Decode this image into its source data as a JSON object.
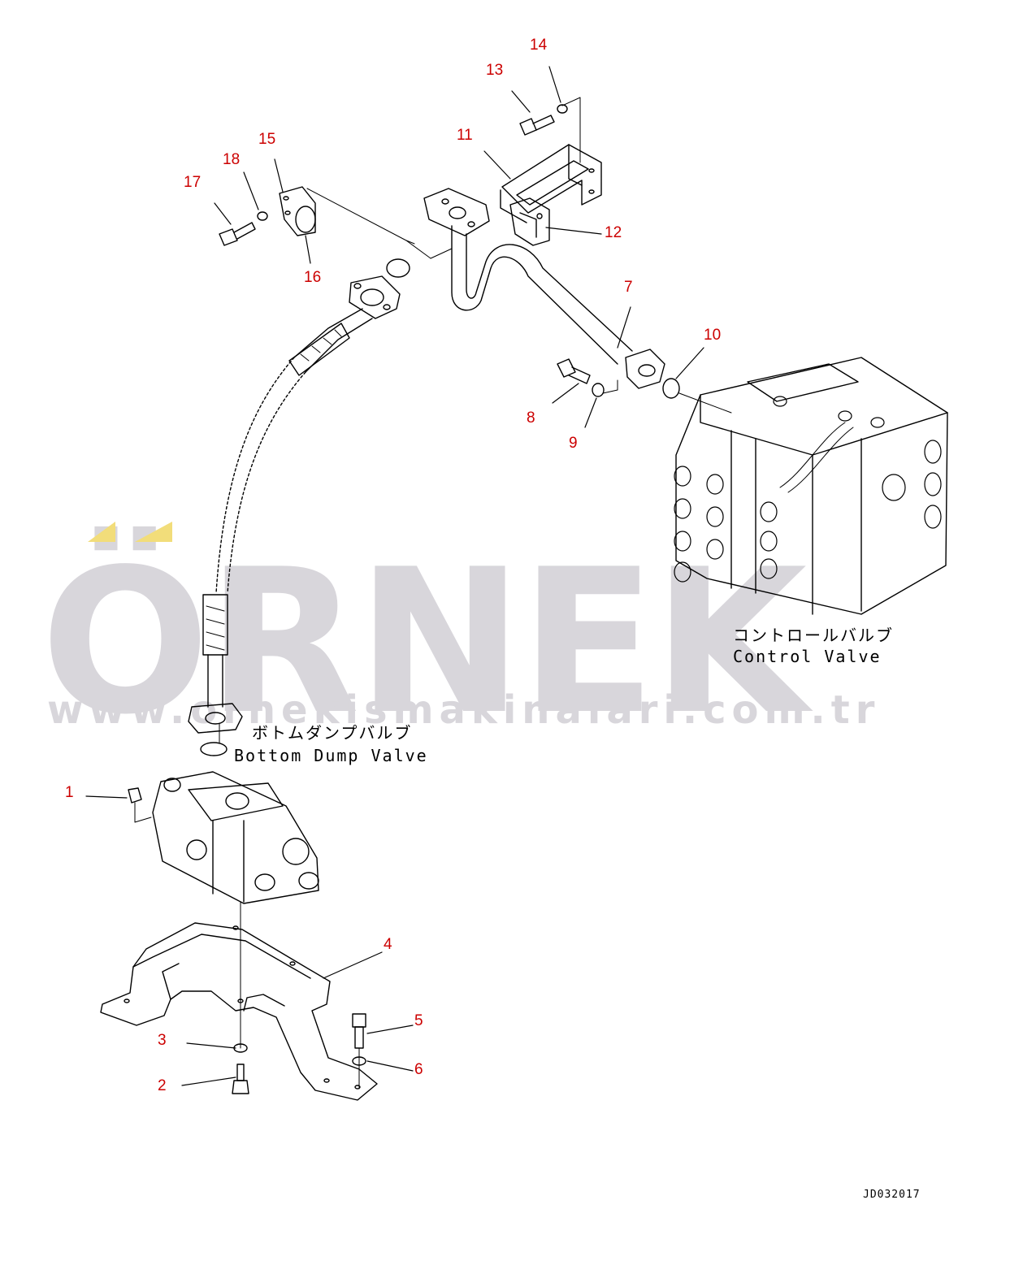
{
  "watermark": {
    "brand": "ÖRNEK",
    "url": "www.ornekismakinalari.com.tr",
    "color": "#d8d6db",
    "accent_color": "#f2dd7a"
  },
  "labels": {
    "control_valve_jp": "コントロールバルブ",
    "control_valve_en": "Control Valve",
    "bottom_dump_valve_jp": "ボトムダンプバルブ",
    "bottom_dump_valve_en": "Bottom Dump Valve"
  },
  "drawing_code": "JD032017",
  "callout_color": "#cc0000",
  "callouts": [
    {
      "id": "1"
    },
    {
      "id": "2"
    },
    {
      "id": "3"
    },
    {
      "id": "4"
    },
    {
      "id": "5"
    },
    {
      "id": "6"
    },
    {
      "id": "7"
    },
    {
      "id": "8"
    },
    {
      "id": "9"
    },
    {
      "id": "10"
    },
    {
      "id": "11"
    },
    {
      "id": "12"
    },
    {
      "id": "13"
    },
    {
      "id": "14"
    },
    {
      "id": "15"
    },
    {
      "id": "16"
    },
    {
      "id": "17"
    },
    {
      "id": "18"
    }
  ]
}
